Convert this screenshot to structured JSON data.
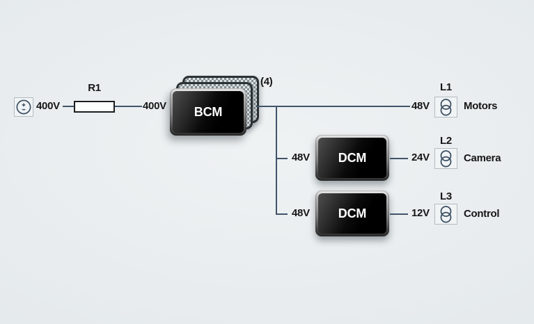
{
  "icons": {
    "source_symbol": "dc-voltage-source",
    "load_symbol": "transformer-coils"
  },
  "colors": {
    "background": "#e9edee",
    "wire": "#40536a",
    "text": "#161616",
    "module_face": "#000000",
    "module_label_text": "#ffffff"
  },
  "source": {
    "voltage": "400V"
  },
  "resistor": {
    "designator": "R1",
    "output_voltage": "400V"
  },
  "bcm": {
    "label": "BCM",
    "quantity": "(4)"
  },
  "rows": [
    {
      "ref": "L1",
      "name": "Motors",
      "voltage": "48V"
    },
    {
      "ref": "L2",
      "name": "Camera",
      "voltage": "24V",
      "module": "DCM",
      "branch_voltage": "48V"
    },
    {
      "ref": "L3",
      "name": "Control",
      "voltage": "12V",
      "module": "DCM",
      "branch_voltage": "48V"
    }
  ]
}
